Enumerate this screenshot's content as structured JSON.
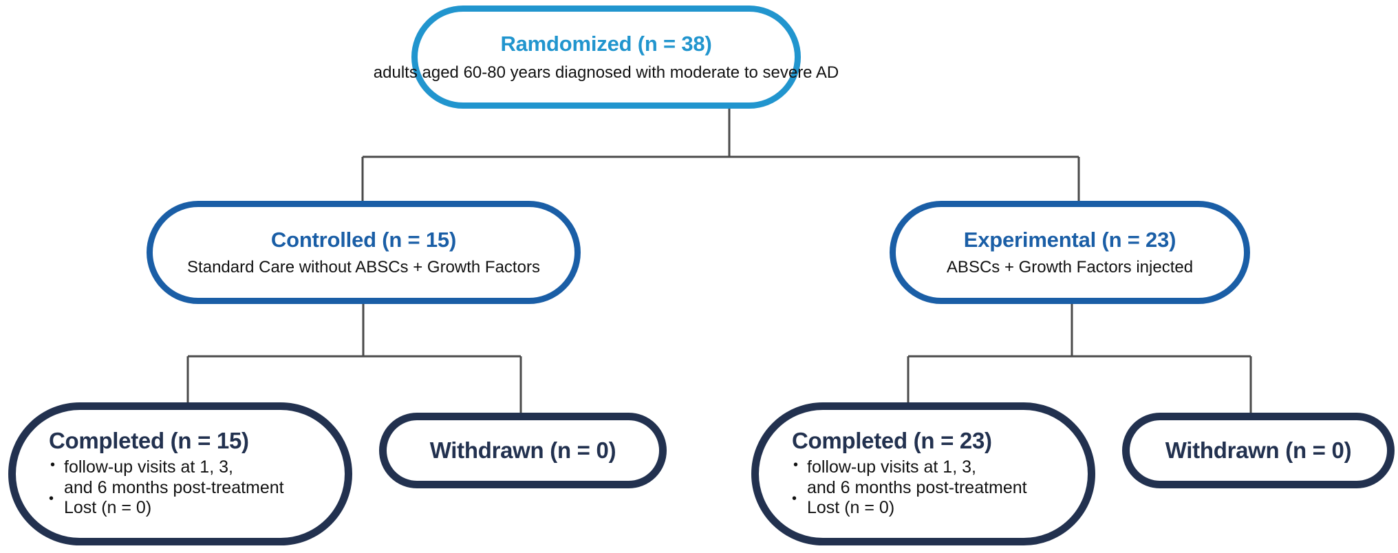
{
  "diagram": {
    "type": "flowchart",
    "kind": "clinical-trial-participant-flow",
    "colors": {
      "level1_border": "#2195ce",
      "level1_title": "#2195ce",
      "level2_border": "#1a5ea6",
      "level2_title": "#1a5ea6",
      "level3_border": "#22314f",
      "level3_title": "#22314f",
      "connector_line": "#4a4a4a",
      "body_text": "#111111",
      "background": "#ffffff"
    }
  },
  "enrollment": {
    "title": "Ramdomized (n = 38)",
    "subtitle": "adults aged 60-80 years diagnosed with moderate to severe AD",
    "n": 38
  },
  "arms": [
    {
      "id": "controlled",
      "title": "Controlled (n = 15)",
      "subtitle": "Standard Care without ABSCs + Growth Factors",
      "n": 15,
      "completed": {
        "title": "Completed (n = 15)",
        "n": 15,
        "bullets": [
          "follow-up visits at 1, 3,\nand 6 months post-treatment",
          "Lost (n = 0)"
        ]
      },
      "withdrawn": {
        "title": "Withdrawn (n = 0)",
        "n": 0
      }
    },
    {
      "id": "experimental",
      "title": "Experimental (n = 23)",
      "subtitle": "ABSCs + Growth Factors injected",
      "n": 23,
      "completed": {
        "title": "Completed (n = 23)",
        "n": 23,
        "bullets": [
          "follow-up visits at 1, 3,\nand 6 months post-treatment",
          "Lost (n = 0)"
        ]
      },
      "withdrawn": {
        "title": "Withdrawn (n = 0)",
        "n": 0
      }
    }
  ]
}
